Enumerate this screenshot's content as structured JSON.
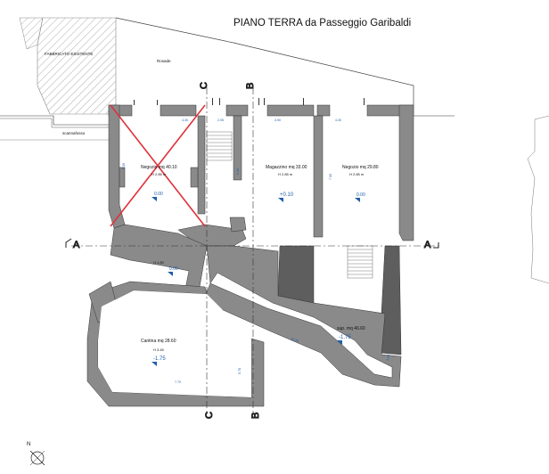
{
  "title": "PIANO TERRA da Passeggio Garibaldi",
  "labels": {
    "fabbricato": "FABBRICATO ESISTENTE",
    "rosade": "Rosade",
    "scannafosso": "scannafosso",
    "negozio1": "Negozio mq 40.10",
    "negozio1_h": "H 2.85 m",
    "negozio1_lvl": "0.00",
    "magazzino": "Magazzino mq 33.00",
    "magazzino_h": "H 2.85 m",
    "magazzino_lvl": "+0.10",
    "negozio2": "Negozio mq 29.80",
    "negozio2_h": "H 2.85 m",
    "negozio2_lvl": "0.00",
    "corridor_h": "H 1.80",
    "corridor_lvl": "0.00",
    "cantina": "Cantina mq 28.60",
    "cantina_h": "H 3.45",
    "cantina_lvl": "-1.75",
    "sup": "sup. mq 46.60",
    "sup_lvl": "-1.75",
    "north": "N"
  },
  "sections": {
    "a_left": "A",
    "a_right": "A",
    "b_top": "B",
    "b_bottom": "B",
    "c_top": "C",
    "c_bottom": "C"
  },
  "dims": {
    "d1": "4.30",
    "d2": "2.05",
    "d3": "4.90",
    "d4": "4.30",
    "d5": "5.35",
    "d6": "6.00",
    "d7": "7.00",
    "d8": "7.70",
    "d9": "5.78",
    "d10": "10.30",
    "d11": "4.60"
  },
  "colors": {
    "wall": "#8a8a8a",
    "wall_dark": "#5e5e5e",
    "cross": "#e0313a",
    "level": "#1f5fa8",
    "line": "#222222"
  }
}
